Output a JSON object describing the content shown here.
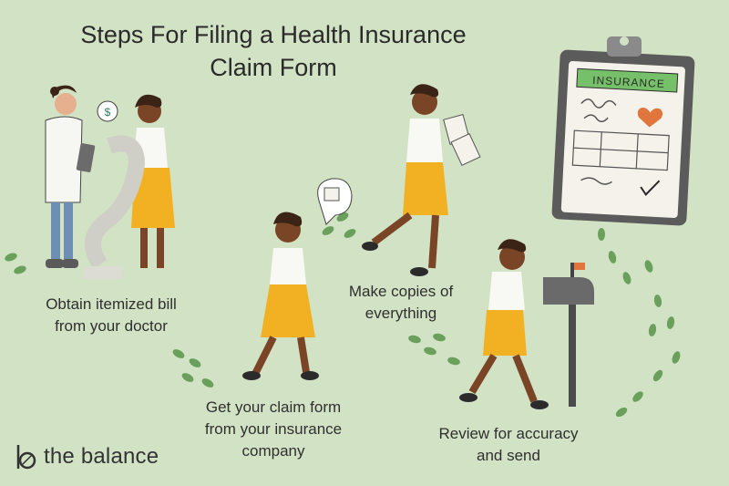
{
  "title": {
    "line1": "Steps For Filing a Health Insurance",
    "line2": "Claim Form"
  },
  "steps": [
    {
      "line1": "Obtain itemized bill",
      "line2": "from your doctor"
    },
    {
      "line1": "Get your claim form",
      "line2": "from your insurance",
      "line3": "company"
    },
    {
      "line1": "Make copies of",
      "line2": "everything"
    },
    {
      "line1": "Review for accuracy",
      "line2": "and send"
    }
  ],
  "clipboard": {
    "header": "INSURANCE"
  },
  "brand": {
    "name": "the balance"
  },
  "colors": {
    "background": "#d2e3c5",
    "skirt": "#f2b122",
    "skin": "#7a4527",
    "hair": "#3b2416",
    "footprint": "#6aa05c",
    "clipboard_frame": "#5b5b5b",
    "insurance_header": "#77c06a",
    "heart": "#e0763d"
  }
}
